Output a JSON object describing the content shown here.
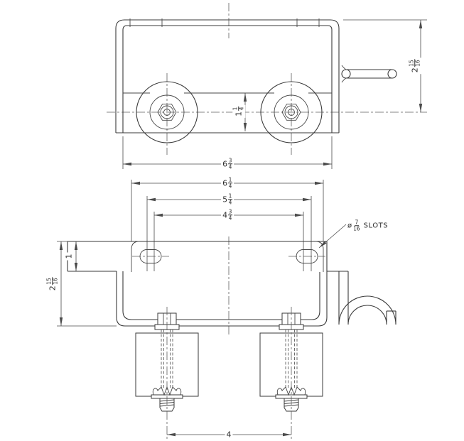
{
  "drawing": {
    "background": "#ffffff",
    "line_color": "#3a3a3a",
    "dimensions": {
      "top_width": {
        "whole": "6",
        "num": "3",
        "den": "4"
      },
      "band_height": {
        "whole": "1",
        "num": "1",
        "den": "4"
      },
      "right_height": {
        "whole": "2",
        "num": "15",
        "den": "16"
      },
      "flange_width": {
        "whole": "6",
        "num": "1",
        "den": "4"
      },
      "slot_span_outer": {
        "whole": "5",
        "num": "1",
        "den": "4"
      },
      "slot_span_inner": {
        "whole": "4",
        "num": "3",
        "den": "4"
      },
      "flange_height": {
        "whole": "1"
      },
      "left_height": {
        "whole": "2",
        "num": "15",
        "den": "16"
      },
      "bolt_spacing": {
        "whole": "4"
      }
    },
    "slot_callout": {
      "diameter_symbol": "ø",
      "num": "7",
      "den": "16",
      "label": "SLOTS"
    }
  }
}
